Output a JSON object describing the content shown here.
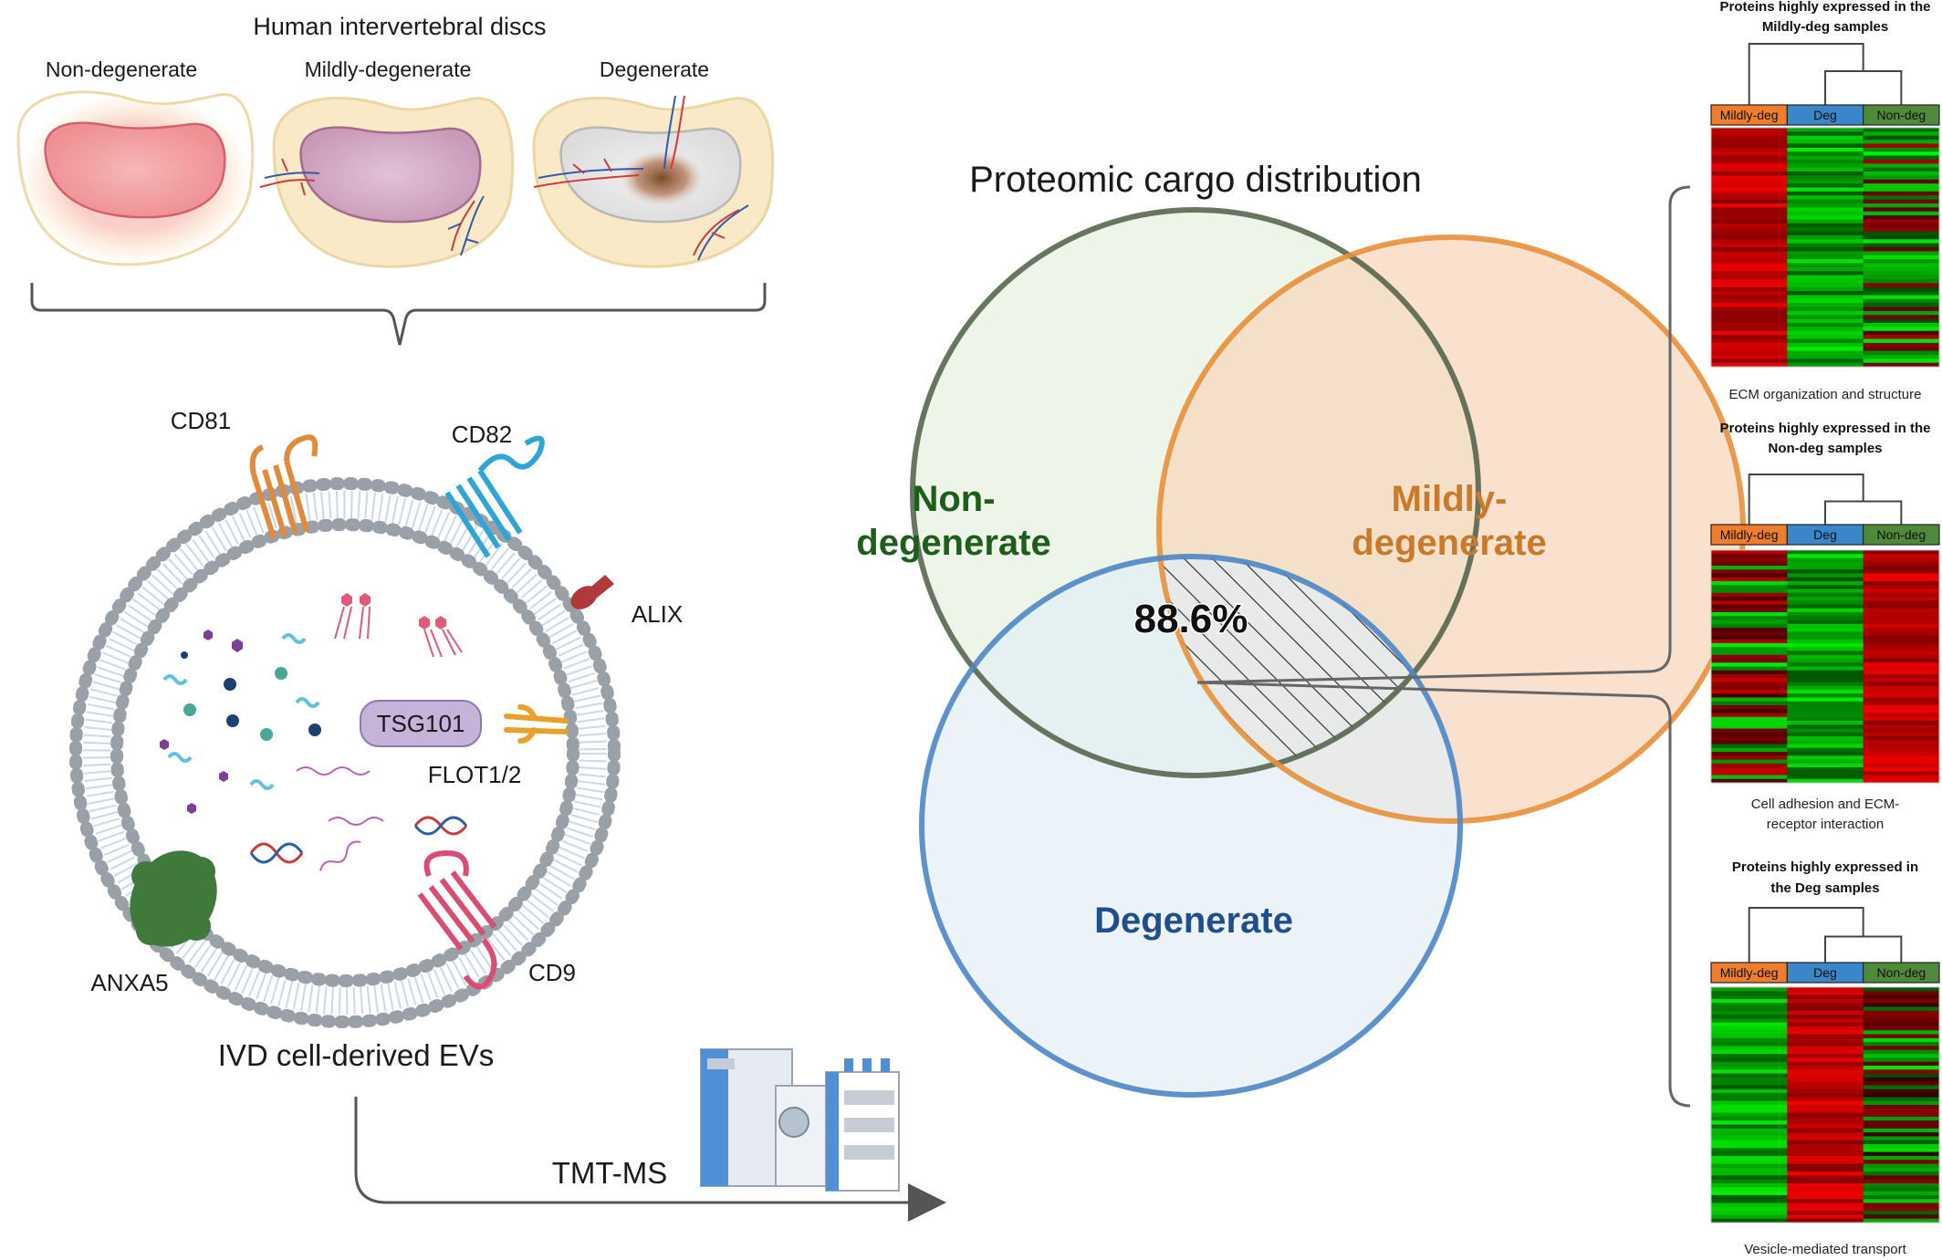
{
  "discs": {
    "title": "Human intervertebral discs",
    "labels": [
      "Non-degenerate",
      "Mildly-degenerate",
      "Degenerate"
    ]
  },
  "ev": {
    "caption": "IVD cell-derived EVs",
    "markers": {
      "cd81": "CD81",
      "cd82": "CD82",
      "alix": "ALIX",
      "tsg101": "TSG101",
      "flot": "FLOT1/2",
      "anxa5": "ANXA5",
      "cd9": "CD9"
    }
  },
  "method": {
    "label": "TMT-MS"
  },
  "venn": {
    "title": "Proteomic cargo distribution",
    "sets": [
      {
        "line1": "Non-",
        "line2": "degenerate"
      },
      {
        "line1": "Mildly-",
        "line2": "degenerate"
      },
      {
        "line1": "",
        "line2": "Degenerate"
      }
    ],
    "overlap_label": "88.6%"
  },
  "heatmaps": [
    {
      "header_line1": "Proteins highly expressed in the",
      "header_line2": "Mildly-deg samples",
      "columns": [
        "Mildly-deg",
        "Deg",
        "Non-deg"
      ],
      "caption_line1": "ECM organization and structure",
      "caption_line2": ""
    },
    {
      "header_line1": "Proteins highly expressed in the",
      "header_line2": "Non-deg samples",
      "columns": [
        "Mildly-deg",
        "Deg",
        "Non-deg"
      ],
      "caption_line1": "Cell adhesion and ECM-",
      "caption_line2": "receptor interaction"
    },
    {
      "header_line1": "Proteins highly expressed in",
      "header_line2": "the Deg samples",
      "columns": [
        "Mildly-deg",
        "Deg",
        "Non-deg"
      ],
      "caption_line1": "Vesicle-mediated transport",
      "caption_line2": ""
    }
  ],
  "colors": {
    "non_deg": "#4e5e45",
    "mildly_deg": "#e8903a",
    "deg": "#4d86c6",
    "non_deg_text": "#1d5e1a",
    "mildly_deg_text": "#c87a2a",
    "deg_text": "#1e4f8c",
    "col_mildly": "#ef7d2c",
    "col_deg": "#3a86c8",
    "col_non": "#4f8a3a",
    "heat_red": "#f00000",
    "heat_green": "#00f000"
  }
}
